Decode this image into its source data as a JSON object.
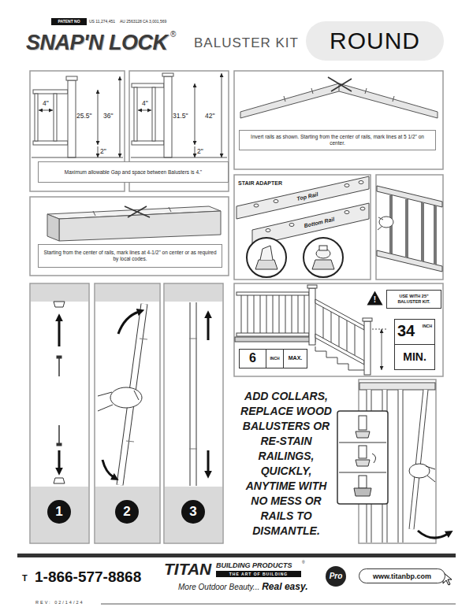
{
  "diagram": {
    "title": "BALUSTER KIT",
    "nodes": [
      {
        "text": [
          "PATENT NO"
        ]
      },
      {
        "text": [
          "ROUND"
        ]
      },
      {
        "text": [
          "Maximum allowable Gap and space between Balusters is 4.\""
        ]
      },
      {
        "text": [
          "Invert rails as shown. Starting from the center of rails, mark lines at 5 1/2\" on center."
        ]
      },
      {
        "text": [
          "Starting from the center of rails, mark lines at 4-1/2\" on center or as required by local codes."
        ]
      },
      {
        "text": [
          "!"
        ]
      },
      {
        "text": [
          "USE WITH 25\" BALUSTER KIT."
        ]
      },
      {
        "text": [
          "6",
          "INCH",
          "MAX."
        ]
      },
      {
        "text": [
          "34",
          "INCH",
          "MIN."
        ]
      },
      {
        "text": [
          "1"
        ]
      },
      {
        "text": [
          "2"
        ]
      },
      {
        "text": [
          "3"
        ]
      },
      {
        "text": [
          "Pro"
        ]
      },
      {
        "text": [
          "www.titanbp.com"
        ]
      }
    ],
    "labels": [
      "US 11,274,451",
      "AU 2563128",
      "CA 3,001,569",
      "SNAP'N LOCK",
      "®",
      "4\"",
      "25.5\"",
      "36\"",
      "2\"",
      "4\"",
      "31.5\"",
      "42\"",
      "2\"",
      "STAIR ADAPTER",
      "Top Rail",
      "Bottom Rail",
      "ADD COLLARS, REPLACE WOOD BALUSTERS OR RE-STAIN RAILINGS, QUICKLY, ANYTIME WITH NO MESS OR RAILS TO DISMANTLE.",
      "T",
      "1-866-577-8868",
      "TITAN",
      "BUILDING PRODUCTS",
      "®",
      "THE ART OF BUILDING",
      "More Outdoor Beauty...",
      "Real easy.",
      "REV: 02/14/24"
    ]
  }
}
